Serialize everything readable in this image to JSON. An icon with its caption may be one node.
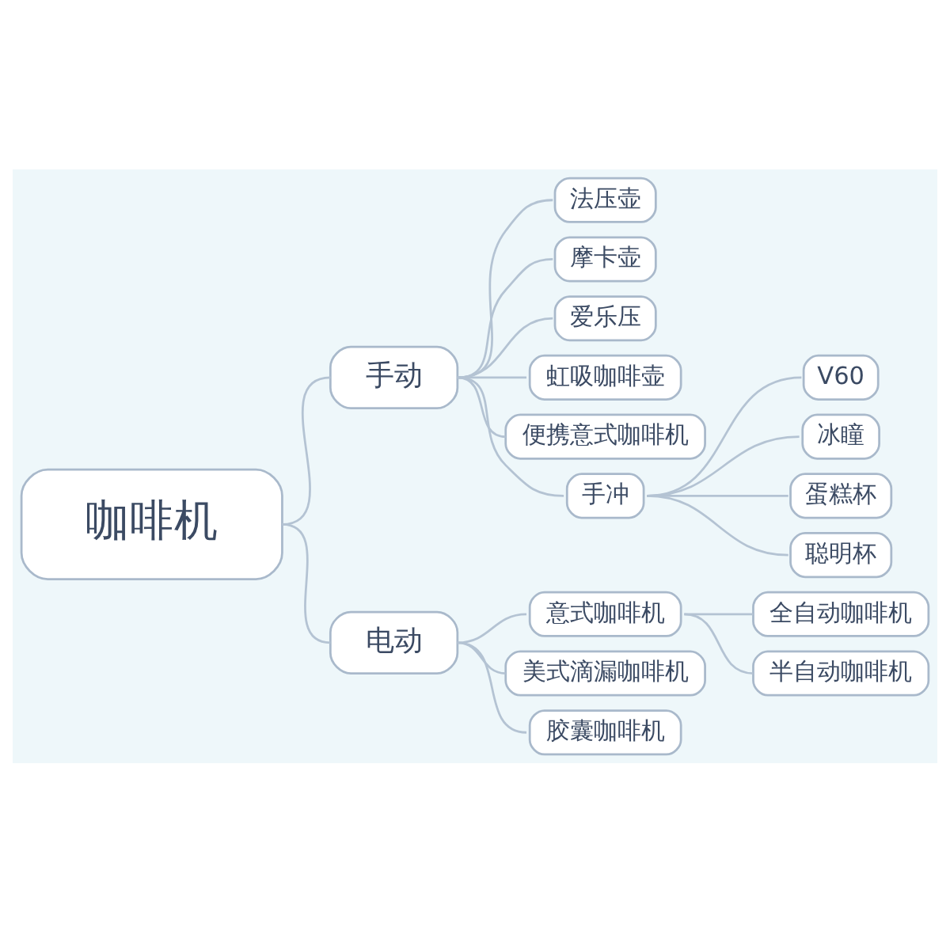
{
  "diagram": {
    "nodes": [
      {
        "text": [
          "咖啡机"
        ]
      },
      {
        "text": [
          "手动"
        ]
      },
      {
        "text": [
          "法压壶"
        ]
      },
      {
        "text": [
          "摩卡壶"
        ]
      },
      {
        "text": [
          "爱乐压"
        ]
      },
      {
        "text": [
          "虹吸咖啡壶"
        ]
      },
      {
        "text": [
          "便携意式咖啡机"
        ]
      },
      {
        "text": [
          "手冲"
        ]
      },
      {
        "text": [
          "V60"
        ]
      },
      {
        "text": [
          "冰瞳"
        ]
      },
      {
        "text": [
          "蛋糕杯"
        ]
      },
      {
        "text": [
          "聪明杯"
        ]
      },
      {
        "text": [
          "电动"
        ]
      },
      {
        "text": [
          "意式咖啡机"
        ]
      },
      {
        "text": [
          "全自动咖啡机"
        ]
      },
      {
        "text": [
          "半自动咖啡机"
        ]
      },
      {
        "text": [
          "美式滴漏咖啡机"
        ]
      },
      {
        "text": [
          "胶囊咖啡机"
        ]
      }
    ],
    "edges": [
      {
        "from": 0,
        "to": 1,
        "arrow": "none"
      },
      {
        "from": 0,
        "to": 12,
        "arrow": "none"
      },
      {
        "from": 1,
        "to": 2,
        "arrow": "none"
      },
      {
        "from": 1,
        "to": 3,
        "arrow": "none"
      },
      {
        "from": 1,
        "to": 4,
        "arrow": "none"
      },
      {
        "from": 1,
        "to": 5,
        "arrow": "none"
      },
      {
        "from": 1,
        "to": 6,
        "arrow": "none"
      },
      {
        "from": 1,
        "to": 7,
        "arrow": "none"
      },
      {
        "from": 7,
        "to": 8,
        "arrow": "none"
      },
      {
        "from": 7,
        "to": 9,
        "arrow": "none"
      },
      {
        "from": 7,
        "to": 10,
        "arrow": "none"
      },
      {
        "from": 7,
        "to": 11,
        "arrow": "none"
      },
      {
        "from": 12,
        "to": 13,
        "arrow": "none"
      },
      {
        "from": 12,
        "to": 16,
        "arrow": "none"
      },
      {
        "from": 12,
        "to": 17,
        "arrow": "none"
      },
      {
        "from": 13,
        "to": 14,
        "arrow": "none"
      },
      {
        "from": 13,
        "to": 15,
        "arrow": "none"
      }
    ]
  }
}
